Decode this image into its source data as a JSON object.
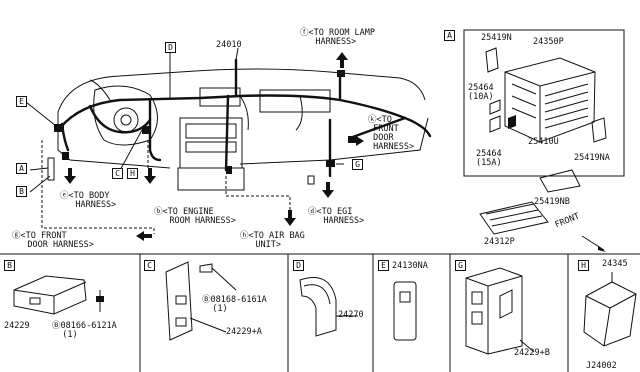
{
  "main": {
    "part_24010": "24010",
    "callout_f": "ⓕ<TO ROOM LAMP\n   HARNESS>",
    "callout_k": "ⓚ<TO\n FRONT\n DOOR\n HARNESS>",
    "callout_e": "ⓔ<TO BODY\n   HARNESS>",
    "callout_b": "ⓑ<TO ENGINE\n   ROOM HARNESS>",
    "callout_d": "ⓓ<TO EGI\n   HARNESS>",
    "callout_g": "ⓖ<TO FRONT\n   DOOR HARNESS>",
    "callout_h": "ⓗ<TO AIR BAG\n   UNIT>",
    "ref_A": "A",
    "ref_B": "B",
    "ref_C": "C",
    "ref_D": "D",
    "ref_E": "E",
    "ref_G": "G",
    "ref_H": "H"
  },
  "detail_A": {
    "box": "A",
    "p25419N": "25419N",
    "p24350P": "24350P",
    "p25464_10": "25464\n(10A)",
    "p25410U": "25410U",
    "p25464_15": "25464\n(15A)",
    "p25419NA": "25419NA",
    "p25419NB": "25419NB",
    "p24312P": "24312P",
    "front": "FRONT"
  },
  "detail_B": {
    "box": "B",
    "part": "24229",
    "bolt": "Ⓑ08166-6121A\n  (1)"
  },
  "detail_C": {
    "box": "C",
    "bolt": "Ⓑ08168-6161A\n  (1)",
    "part": "24229+A"
  },
  "detail_D": {
    "box": "D",
    "part": "24270"
  },
  "detail_E": {
    "box": "E",
    "part": "24130NA"
  },
  "detail_G": {
    "box": "G",
    "part": "24229+B"
  },
  "detail_H": {
    "box": "H",
    "part": "24345",
    "code": "J24002"
  }
}
